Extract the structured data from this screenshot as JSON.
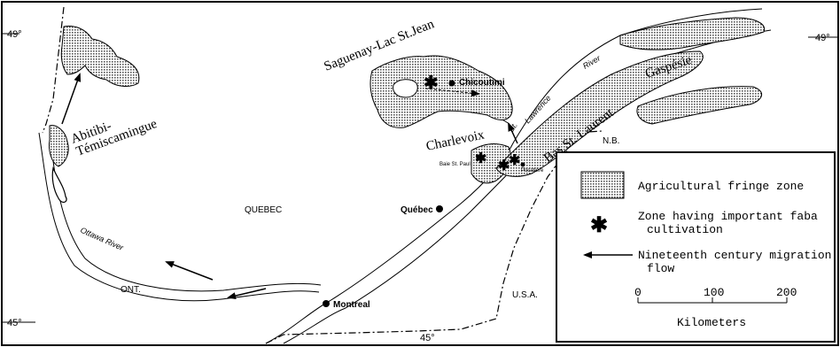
{
  "colors": {
    "ink": "#000000",
    "paper": "#ffffff",
    "fringe_fill": "#b9b9b9"
  },
  "coordinates": {
    "lat_49_left": "49°",
    "lat_49_right": "49°",
    "lat_45_left": "45°",
    "lat_45_bottom": "45°"
  },
  "regions": {
    "saguenay": "Saguenay-Lac St.Jean",
    "abitibi": "Abitibi-",
    "temiscamingue": "Témiscamingue",
    "charlevoix": "Charlevoix",
    "bas_st_laurent": "Bas St. Laurent",
    "gaspesie": "Gaspésie"
  },
  "places": {
    "chicoutimi": "Chicoutimi",
    "baie_st_paul": "Baie St. Paul",
    "pocatiere": "Pocatière",
    "quebec_city": "Québec",
    "montreal": "Montreal"
  },
  "territories": {
    "quebec": "QUEBEC",
    "ont": "ONT.",
    "usa": "U.S.A.",
    "nb": "N.B."
  },
  "rivers": {
    "ottawa": "Ottawa River",
    "st_lawrence_st": "St.",
    "st_lawrence_lawrence": "Lawrence",
    "st_lawrence_river": "River"
  },
  "legend": {
    "fringe_label": "Agricultural fringe zone",
    "faba_line1": "Zone having important faba",
    "faba_line2": "cultivation",
    "migration_line1": "Nineteenth century migration",
    "migration_line2": "flow",
    "scale_ticks": [
      "0",
      "100",
      "200"
    ],
    "scale_unit": "Kilometers",
    "asterisk_icon": "asterisk-icon",
    "arrow_icon": "arrow-left-icon"
  }
}
